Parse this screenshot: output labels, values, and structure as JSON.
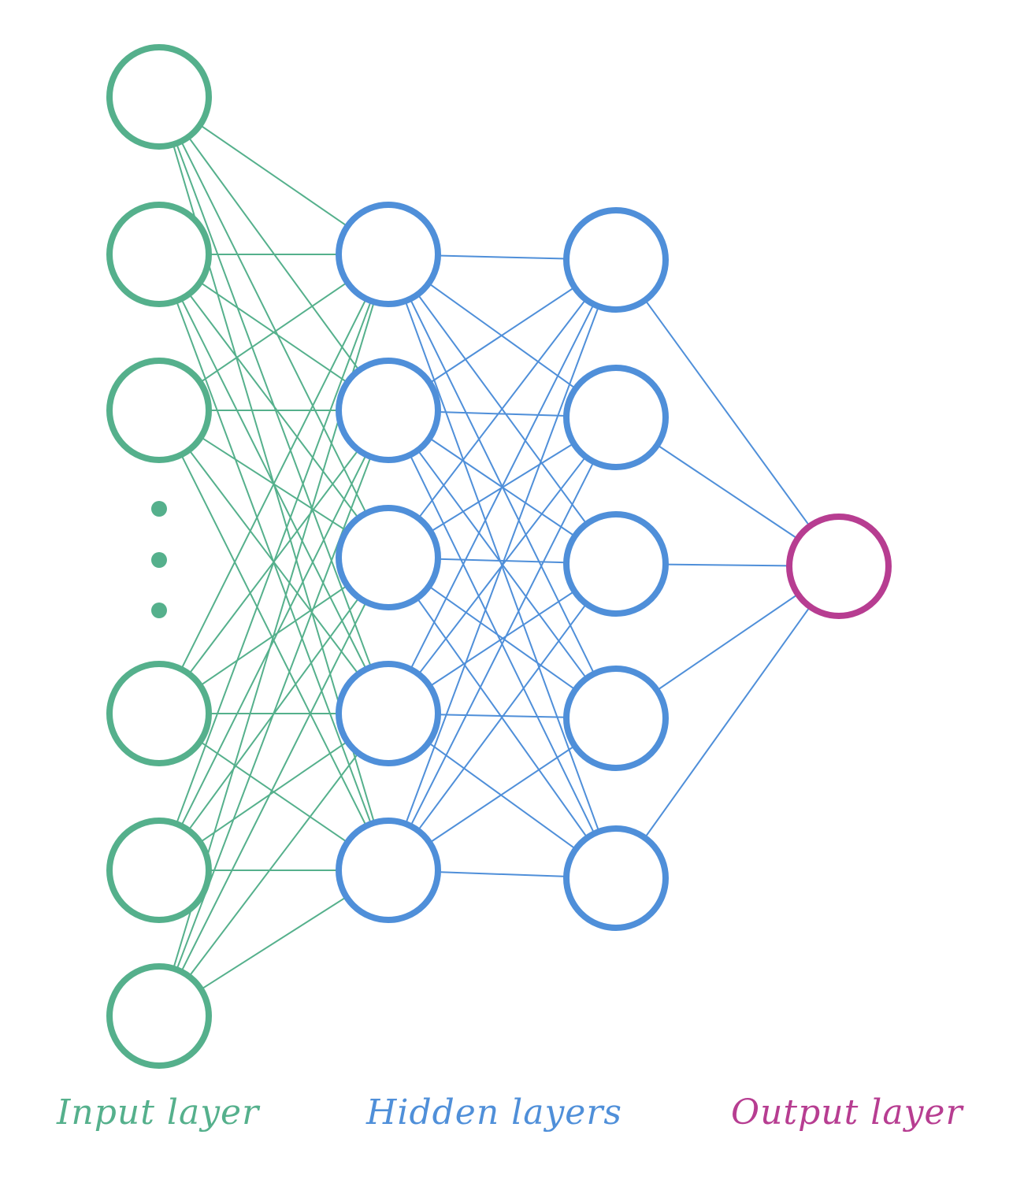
{
  "labels": {
    "input": "Input layer",
    "hidden": "Hidden layers",
    "output": "Output layer"
  },
  "colors": {
    "input": "#55b08c",
    "hidden": "#4f8fd9",
    "output": "#b73d91"
  },
  "layers": {
    "input_visible_nodes": 6,
    "input_has_ellipsis": true,
    "hidden_layer_count": 2,
    "hidden_nodes_per_layer": 5,
    "output_nodes": 1
  }
}
